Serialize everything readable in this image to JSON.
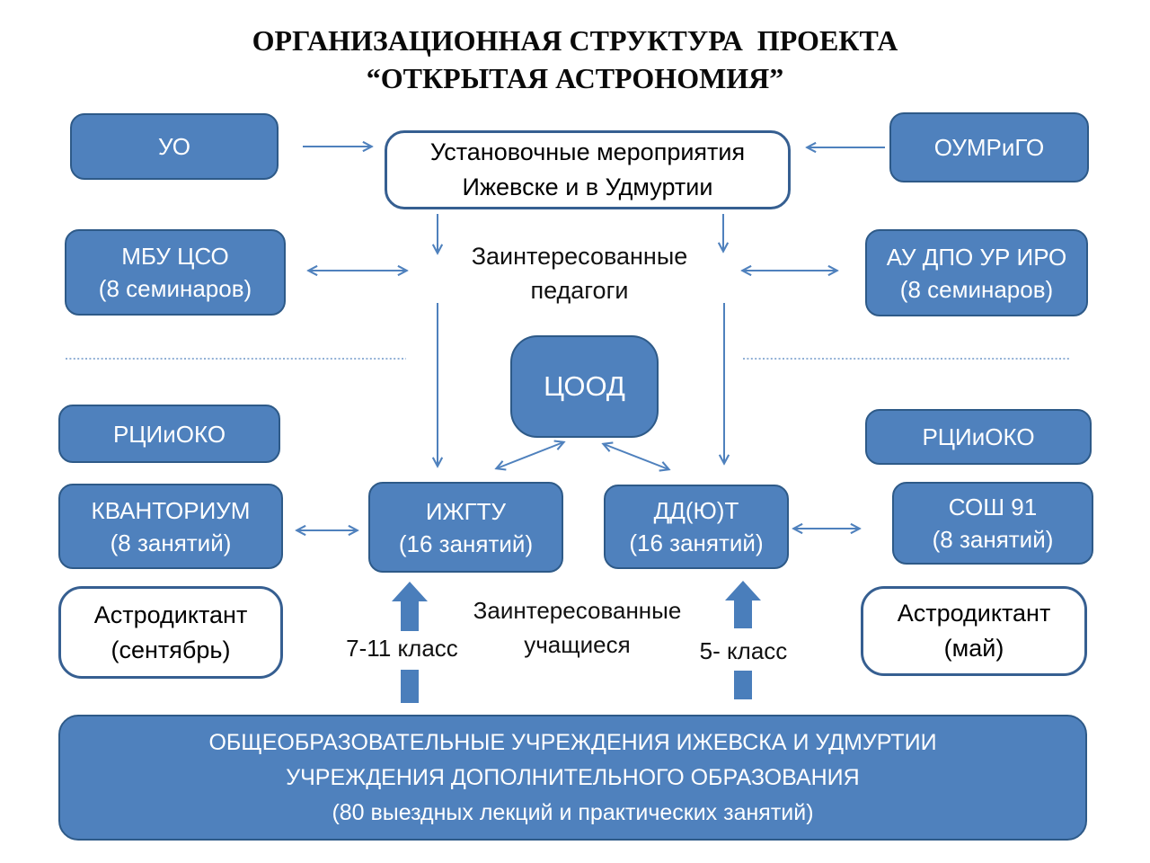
{
  "title": {
    "line1": "ОРГАНИЗАЦИОННАЯ СТРУКТУРА  ПРОЕКТА",
    "line2": "“ОТКРЫТАЯ АСТРОНОМИЯ”"
  },
  "colors": {
    "box_fill": "#4f81bd",
    "box_border": "#2e5a88",
    "white_box_border": "#365f91",
    "arrow": "#4f81bd",
    "block_arrow_fill": "#4a7ebb",
    "text_on_blue": "#ffffff",
    "text": "#000000"
  },
  "nodes": {
    "uo": {
      "label": "УО"
    },
    "setup": {
      "line1": "Установочные мероприятия",
      "line2": "Ижевске и в Удмуртии"
    },
    "oumrigo": {
      "label": "ОУМРиГО"
    },
    "mbu_cso": {
      "line1": "МБУ ЦСО",
      "line2": "(8 семинаров)"
    },
    "teachers": {
      "line1": "Заинтересованные",
      "line2": "педагоги"
    },
    "au_dpo": {
      "line1": "АУ ДПО УР ИРО",
      "line2": "(8 семинаров)"
    },
    "cood": {
      "label": "ЦООД"
    },
    "rciioko_left": {
      "label": "РЦИиОКО"
    },
    "rciioko_right": {
      "label": "РЦИиОКО"
    },
    "kvantorium": {
      "line1": "КВАНТОРИУМ",
      "line2": "(8 занятий)"
    },
    "izhgtu": {
      "line1": "ИЖГТУ",
      "line2": "(16 занятий)"
    },
    "ddyut": {
      "line1": "ДД(Ю)Т",
      "line2": "(16 занятий)"
    },
    "sosh91": {
      "line1": "СОШ 91",
      "line2": "(8 занятий)"
    },
    "astro_sept": {
      "line1": "Астродиктант",
      "line2": "(сентябрь)"
    },
    "students": {
      "line1": "Заинтересованные",
      "line2": "учащиеся"
    },
    "grade_7_11": {
      "label": "7-11 класс"
    },
    "grade_5": {
      "label": "5- класс"
    },
    "astro_may": {
      "line1": "Астродиктант",
      "line2": "(май)"
    },
    "bottom": {
      "line1": "ОБЩЕОБРАЗОВАТЕЛЬНЫЕ УЧРЕЖДЕНИЯ ИЖЕВСКА И УДМУРТИИ",
      "line2": "УЧРЕЖДЕНИЯ ДОПОЛНИТЕЛЬНОГО ОБРАЗОВАНИЯ",
      "line3": "(80 выездных лекций и практических занятий)"
    }
  }
}
